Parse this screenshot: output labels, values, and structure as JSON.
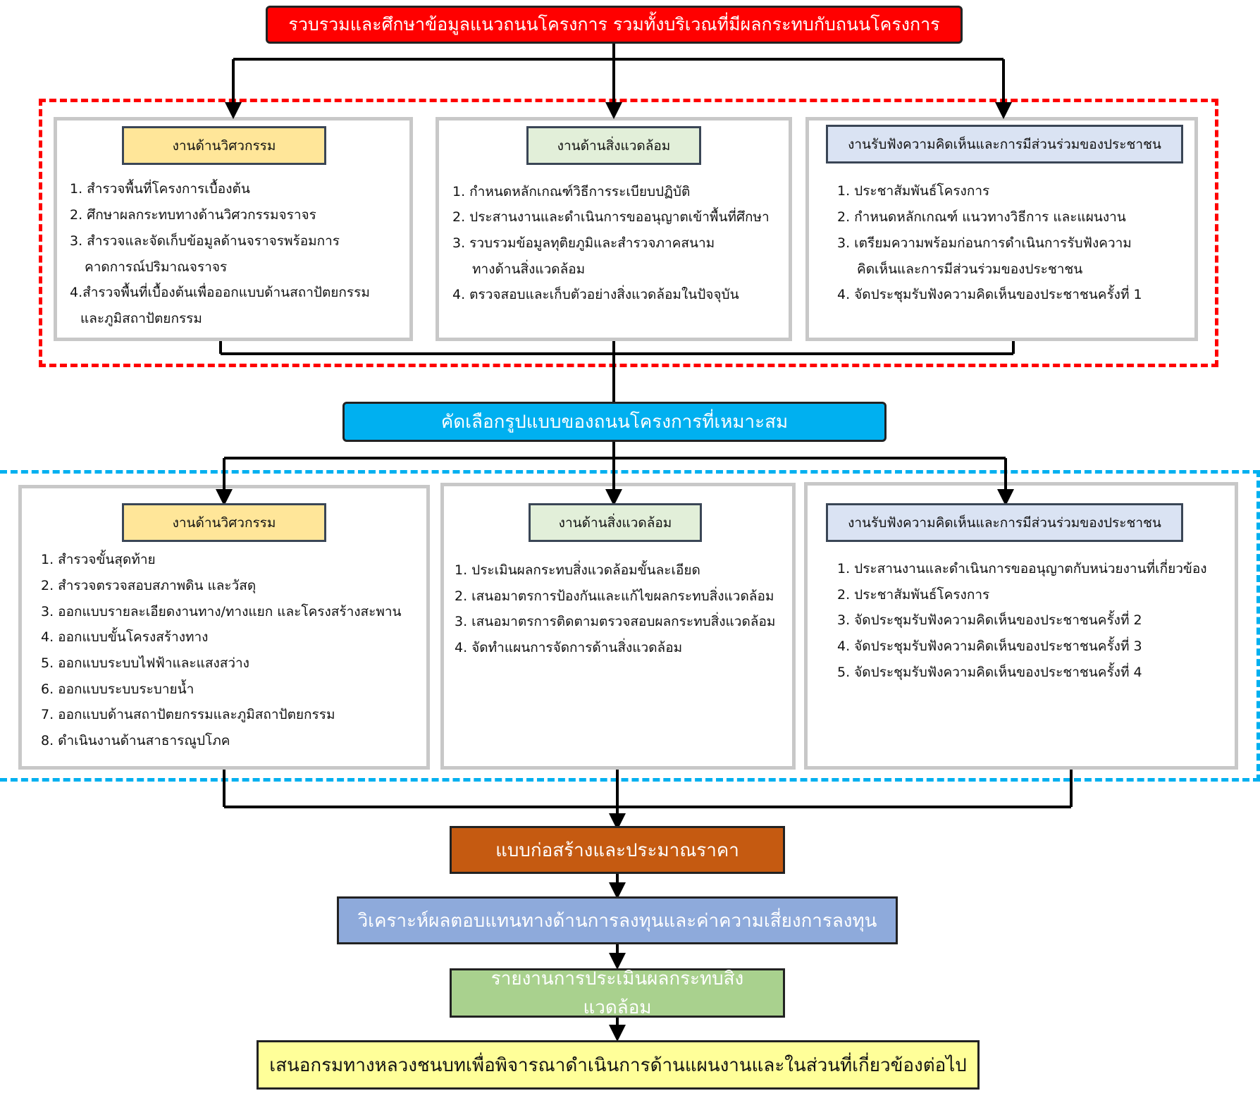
{
  "top_box": "รวบรวมและศึกษาข้อมูลแนวถนนโครงการ  รวมทั้งบริเวณที่มีผลกระทบกับถนนโครงการ",
  "phase1": {
    "engineering": {
      "title": "งานด้านวิศวกรรม",
      "items": [
        "1. สำรวจพื้นที่โครงการเบื้องต้น",
        "2. ศึกษาผลกระทบทางด้านวิศวกรรมจราจร",
        "3. สำรวจและจัดเก็บข้อมูลด้านจราจรพร้อมการ",
        "คาดการณ์ปริมาณจราจร",
        "4.สำรวจพื้นที่เบื้องต้นเพื่อออกแบบด้านสถาปัตยกรรม",
        "และภูมิสถาปัตยกรรม"
      ]
    },
    "environment": {
      "title": "งานด้านสิ่งแวดล้อม",
      "items": [
        "1. กำหนดหลักเกณฑ์วิธีการระเบียบปฏิบัติ",
        "2. ประสานงานและดำเนินการขออนุญาตเข้าพื้นที่ศึกษา",
        "3. รวบรวมข้อมูลทุติยภูมิและสำรวจภาคสนาม",
        "ทางด้านสิ่งแวดล้อม",
        "4. ตรวจสอบและเก็บตัวอย่างสิ่งแวดล้อมในปัจจุบัน"
      ]
    },
    "participation": {
      "title": "งานรับฟังความคิดเห็นและการมีส่วนร่วมของประชาชน",
      "items": [
        "1. ประชาสัมพันธ์โครงการ",
        "2. กำหนดหลักเกณฑ์ แนวทางวิธีการ และแผนงาน",
        "3. เตรียมความพร้อมก่อนการดำเนินการรับฟังความ",
        "คิดเห็นและการมีส่วนร่วมของประชาชน",
        "4. จัดประชุมรับฟังความคิดเห็นของประชาชนครั้งที่ 1"
      ]
    }
  },
  "select_box": "คัดเลือกรูปแบบของถนนโครงการที่เหมาะสม",
  "phase2": {
    "engineering": {
      "title": "งานด้านวิศวกรรม",
      "items": [
        "1. สำรวจขั้นสุดท้าย",
        "2. สำรวจตรวจสอบสภาพดิน และวัสดุ",
        "3. ออกแบบรายละเอียดงานทาง/ทางแยก และโครงสร้างสะพาน",
        "4. ออกแบบขั้นโครงสร้างทาง",
        "5. ออกแบบระบบไฟฟ้าและแสงสว่าง",
        "6. ออกแบบระบบระบายน้ำ",
        "7. ออกแบบด้านสถาปัตยกรรมและภูมิสถาปัตยกรรม",
        "8. ดำเนินงานด้านสาธารณูปโภค"
      ]
    },
    "environment": {
      "title": "งานด้านสิ่งแวดล้อม",
      "items": [
        "1. ประเมินผลกระทบสิ่งแวดล้อมขั้นละเอียด",
        "2. เสนอมาตรการป้องกันและแก้ไขผลกระทบสิ่งแวดล้อม",
        "3. เสนอมาตรการติดตามตรวจสอบผลกระทบสิ่งแวดล้อม",
        "4. จัดทำแผนการจัดการด้านสิ่งแวดล้อม"
      ]
    },
    "participation": {
      "title": "งานรับฟังความคิดเห็นและการมีส่วนร่วมของประชาชน",
      "items": [
        "1. ประสานงานและดำเนินการขออนุญาตกับหน่วยงานที่เกี่ยวข้อง",
        "2. ประชาสัมพันธ์โครงการ",
        "3. จัดประชุมรับฟังความคิดเห็นของประชาชนครั้งที่ 2",
        "4. จัดประชุมรับฟังความคิดเห็นของประชาชนครั้งที่ 3",
        "5. จัดประชุมรับฟังความคิดเห็นของประชาชนครั้งที่ 4"
      ]
    }
  },
  "flow": {
    "construction": "แบบก่อสร้างและประมาณราคา",
    "analysis": "วิเคราะห์ผลตอบแทนทางด้านการลงทุนและค่าความเสี่ยงการลงทุน",
    "eia_report": "รายงานการประเมินผลกระทบสิ่งแวดล้อม",
    "proposal": "เสนอกรมทางหลวงชนบทเพื่อพิจารณาดำเนินการด้านแผนงานและในส่วนที่เกี่ยวข้องต่อไป"
  },
  "colors": {
    "top_box": "#ff0000",
    "select_box": "#00b0f0",
    "construction": "#c55a11",
    "analysis": "#8eaadb",
    "eia_report": "#a9d18e",
    "proposal": "#ffff99",
    "engineering_head": "#ffe699",
    "environment_head": "#e2efd9",
    "participation_head": "#dae3f3",
    "phase1_border": "#ff0000",
    "phase2_border": "#00b0f0"
  }
}
